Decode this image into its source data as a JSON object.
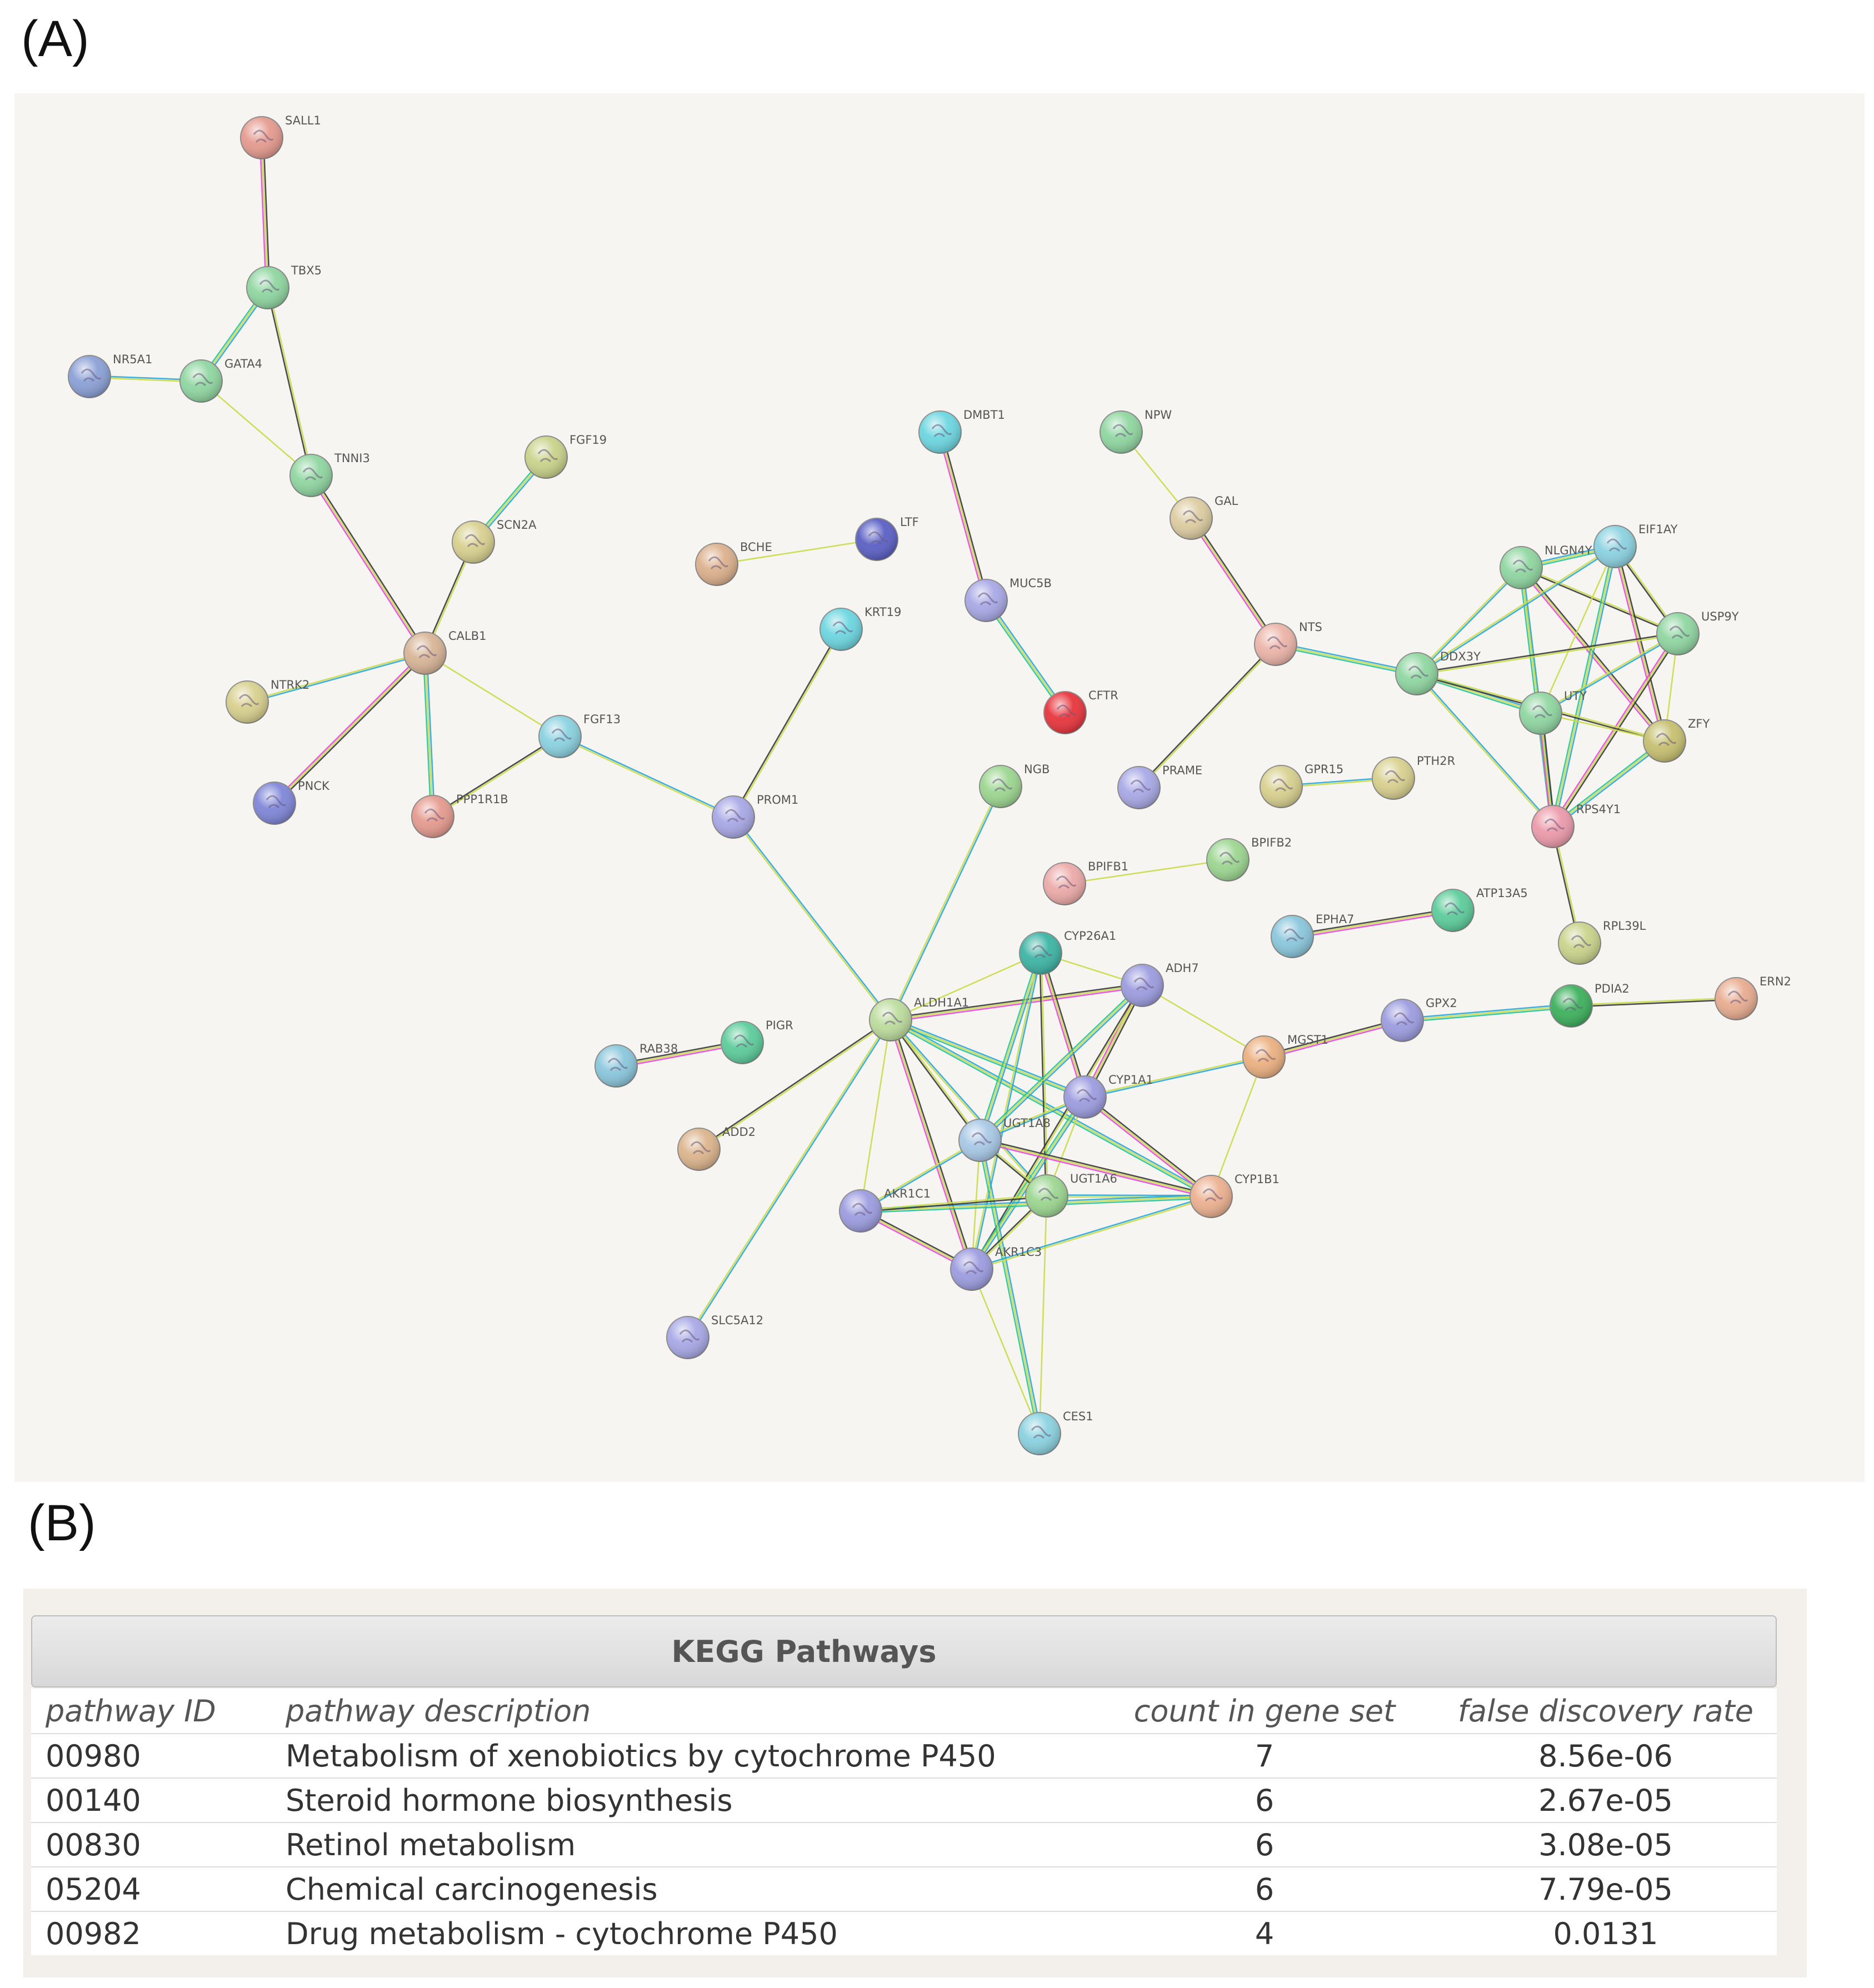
{
  "panel_a_label": "(A)",
  "panel_b_label": "(B)",
  "network": {
    "nodes": [
      {
        "id": "SALL1",
        "color": "#e59a8e"
      },
      {
        "id": "TBX5",
        "color": "#8fd6a0"
      },
      {
        "id": "NR5A1",
        "color": "#8aa0d6"
      },
      {
        "id": "GATA4",
        "color": "#8fd6a0"
      },
      {
        "id": "TNNI3",
        "color": "#8fd6a0"
      },
      {
        "id": "FGF19",
        "color": "#c9d38a"
      },
      {
        "id": "SCN2A",
        "color": "#d8d08e"
      },
      {
        "id": "CALB1",
        "color": "#d8b496"
      },
      {
        "id": "NTRK2",
        "color": "#d8d08e"
      },
      {
        "id": "FGF13",
        "color": "#8ad2e0"
      },
      {
        "id": "PNCK",
        "color": "#7f86d8"
      },
      {
        "id": "PPP1R1B",
        "color": "#e59a8e"
      },
      {
        "id": "DMBT1",
        "color": "#6cd6e0"
      },
      {
        "id": "NPW",
        "color": "#8fd6a0"
      },
      {
        "id": "GAL",
        "color": "#dccca0"
      },
      {
        "id": "BCHE",
        "color": "#dcb08c"
      },
      {
        "id": "LTF",
        "color": "#5a5fc4"
      },
      {
        "id": "MUC5B",
        "color": "#a8a8e6"
      },
      {
        "id": "KRT19",
        "color": "#6cd6e0"
      },
      {
        "id": "CFTR",
        "color": "#e8343c"
      },
      {
        "id": "NTS",
        "color": "#ecb4a8"
      },
      {
        "id": "PROM1",
        "color": "#a8a8e6"
      },
      {
        "id": "NGB",
        "color": "#9cd690"
      },
      {
        "id": "PRAME",
        "color": "#a8a8e6"
      },
      {
        "id": "GPR15",
        "color": "#d8d08e"
      },
      {
        "id": "PTH2R",
        "color": "#d8d08e"
      },
      {
        "id": "BPIFB1",
        "color": "#ecaaa8"
      },
      {
        "id": "BPIFB2",
        "color": "#9cd690"
      },
      {
        "id": "EIF1AY",
        "color": "#8ad2e0"
      },
      {
        "id": "NLGN4Y",
        "color": "#8fd6a0"
      },
      {
        "id": "USP9Y",
        "color": "#8fd6a0"
      },
      {
        "id": "DDX3Y",
        "color": "#8fd6a0"
      },
      {
        "id": "UTY",
        "color": "#8fd6a0"
      },
      {
        "id": "ZFY",
        "color": "#c6c070"
      },
      {
        "id": "RPS4Y1",
        "color": "#ec9aaa"
      },
      {
        "id": "RPL39L",
        "color": "#c9d38a"
      },
      {
        "id": "CYP26A1",
        "color": "#3cb4a4"
      },
      {
        "id": "ADH7",
        "color": "#9c9ce0"
      },
      {
        "id": "EPHA7",
        "color": "#8ac6dc"
      },
      {
        "id": "ATP13A5",
        "color": "#5ccc9a"
      },
      {
        "id": "ALDH1A1",
        "color": "#bcdc9c"
      },
      {
        "id": "MGST1",
        "color": "#ecb080"
      },
      {
        "id": "GPX2",
        "color": "#9c9ce0"
      },
      {
        "id": "PDIA2",
        "color": "#3cb05c"
      },
      {
        "id": "ERN2",
        "color": "#e8ac90"
      },
      {
        "id": "RAB38",
        "color": "#8ac6dc"
      },
      {
        "id": "PIGR",
        "color": "#5ccc9a"
      },
      {
        "id": "CYP1A1",
        "color": "#9c9ce0"
      },
      {
        "id": "UGT1A8",
        "color": "#a8c8e6"
      },
      {
        "id": "UGT1A6",
        "color": "#9cd690"
      },
      {
        "id": "ADD2",
        "color": "#dcb48c"
      },
      {
        "id": "CYP1B1",
        "color": "#ecb090"
      },
      {
        "id": "AKR1C1",
        "color": "#9c9ce0"
      },
      {
        "id": "AKR1C3",
        "color": "#9c9ce0"
      },
      {
        "id": "SLC5A12",
        "color": "#a8a8e6"
      },
      {
        "id": "CES1",
        "color": "#8ad2e0"
      }
    ],
    "edges": [
      [
        "SALL1",
        "TBX5"
      ],
      [
        "TBX5",
        "GATA4"
      ],
      [
        "TBX5",
        "TNNI3"
      ],
      [
        "NR5A1",
        "GATA4"
      ],
      [
        "GATA4",
        "TNNI3"
      ],
      [
        "TNNI3",
        "CALB1"
      ],
      [
        "FGF19",
        "SCN2A"
      ],
      [
        "SCN2A",
        "CALB1"
      ],
      [
        "CALB1",
        "NTRK2"
      ],
      [
        "CALB1",
        "FGF13"
      ],
      [
        "CALB1",
        "PNCK"
      ],
      [
        "CALB1",
        "PPP1R1B"
      ],
      [
        "FGF13",
        "PPP1R1B"
      ],
      [
        "FGF13",
        "PROM1"
      ],
      [
        "BCHE",
        "LTF"
      ],
      [
        "DMBT1",
        "MUC5B"
      ],
      [
        "MUC5B",
        "CFTR"
      ],
      [
        "KRT19",
        "PROM1"
      ],
      [
        "PROM1",
        "ALDH1A1"
      ],
      [
        "NPW",
        "GAL"
      ],
      [
        "GAL",
        "NTS"
      ],
      [
        "NTS",
        "DDX3Y"
      ],
      [
        "NTS",
        "PRAME"
      ],
      [
        "GPR15",
        "PTH2R"
      ],
      [
        "BPIFB1",
        "BPIFB2"
      ],
      [
        "EPHA7",
        "ATP13A5"
      ],
      [
        "NLGN4Y",
        "EIF1AY"
      ],
      [
        "NLGN4Y",
        "USP9Y"
      ],
      [
        "NLGN4Y",
        "DDX3Y"
      ],
      [
        "NLGN4Y",
        "UTY"
      ],
      [
        "NLGN4Y",
        "ZFY"
      ],
      [
        "NLGN4Y",
        "RPS4Y1"
      ],
      [
        "EIF1AY",
        "USP9Y"
      ],
      [
        "EIF1AY",
        "DDX3Y"
      ],
      [
        "EIF1AY",
        "UTY"
      ],
      [
        "EIF1AY",
        "ZFY"
      ],
      [
        "EIF1AY",
        "RPS4Y1"
      ],
      [
        "USP9Y",
        "DDX3Y"
      ],
      [
        "USP9Y",
        "UTY"
      ],
      [
        "USP9Y",
        "ZFY"
      ],
      [
        "USP9Y",
        "RPS4Y1"
      ],
      [
        "DDX3Y",
        "UTY"
      ],
      [
        "DDX3Y",
        "ZFY"
      ],
      [
        "DDX3Y",
        "RPS4Y1"
      ],
      [
        "UTY",
        "ZFY"
      ],
      [
        "UTY",
        "RPS4Y1"
      ],
      [
        "ZFY",
        "RPS4Y1"
      ],
      [
        "RPS4Y1",
        "RPL39L"
      ],
      [
        "NGB",
        "ALDH1A1"
      ],
      [
        "ALDH1A1",
        "CYP26A1"
      ],
      [
        "ALDH1A1",
        "ADH7"
      ],
      [
        "ALDH1A1",
        "CYP1A1"
      ],
      [
        "ALDH1A1",
        "UGT1A8"
      ],
      [
        "ALDH1A1",
        "UGT1A6"
      ],
      [
        "ALDH1A1",
        "AKR1C1"
      ],
      [
        "ALDH1A1",
        "AKR1C3"
      ],
      [
        "ALDH1A1",
        "CYP1B1"
      ],
      [
        "ALDH1A1",
        "ADD2"
      ],
      [
        "ALDH1A1",
        "SLC5A12"
      ],
      [
        "CYP26A1",
        "ADH7"
      ],
      [
        "CYP26A1",
        "CYP1A1"
      ],
      [
        "CYP26A1",
        "UGT1A8"
      ],
      [
        "CYP26A1",
        "UGT1A6"
      ],
      [
        "CYP26A1",
        "AKR1C3"
      ],
      [
        "ADH7",
        "MGST1"
      ],
      [
        "ADH7",
        "CYP1A1"
      ],
      [
        "ADH7",
        "UGT1A8"
      ],
      [
        "ADH7",
        "AKR1C3"
      ],
      [
        "MGST1",
        "CYP1A1"
      ],
      [
        "MGST1",
        "CYP1B1"
      ],
      [
        "MGST1",
        "GPX2"
      ],
      [
        "GPX2",
        "PDIA2"
      ],
      [
        "PDIA2",
        "ERN2"
      ],
      [
        "CYP1A1",
        "UGT1A8"
      ],
      [
        "CYP1A1",
        "UGT1A6"
      ],
      [
        "CYP1A1",
        "CYP1B1"
      ],
      [
        "CYP1A1",
        "AKR1C3"
      ],
      [
        "UGT1A8",
        "UGT1A6"
      ],
      [
        "UGT1A8",
        "AKR1C1"
      ],
      [
        "UGT1A8",
        "AKR1C3"
      ],
      [
        "UGT1A8",
        "CYP1B1"
      ],
      [
        "UGT1A8",
        "CES1"
      ],
      [
        "UGT1A6",
        "AKR1C3"
      ],
      [
        "UGT1A6",
        "CYP1B1"
      ],
      [
        "UGT1A6",
        "CES1"
      ],
      [
        "AKR1C1",
        "AKR1C3"
      ],
      [
        "AKR1C1",
        "CYP1B1"
      ],
      [
        "AKR1C1",
        "UGT1A6"
      ],
      [
        "AKR1C3",
        "CYP1B1"
      ],
      [
        "AKR1C3",
        "CES1"
      ],
      [
        "RAB38",
        "PIGR"
      ]
    ]
  },
  "kegg": {
    "title": "KEGG Pathways",
    "headers": [
      "pathway ID",
      "pathway description",
      "count in gene set",
      "false discovery rate"
    ],
    "rows": [
      {
        "id": "00980",
        "description": "Metabolism of xenobiotics by cytochrome P450",
        "count": "7",
        "fdr": "8.56e-06"
      },
      {
        "id": "00140",
        "description": "Steroid hormone biosynthesis",
        "count": "6",
        "fdr": "2.67e-05"
      },
      {
        "id": "00830",
        "description": "Retinol metabolism",
        "count": "6",
        "fdr": "3.08e-05"
      },
      {
        "id": "05204",
        "description": "Chemical carcinogenesis",
        "count": "6",
        "fdr": "7.79e-05"
      },
      {
        "id": "00982",
        "description": "Drug metabolism - cytochrome P450",
        "count": "4",
        "fdr": "0.0131"
      }
    ]
  }
}
